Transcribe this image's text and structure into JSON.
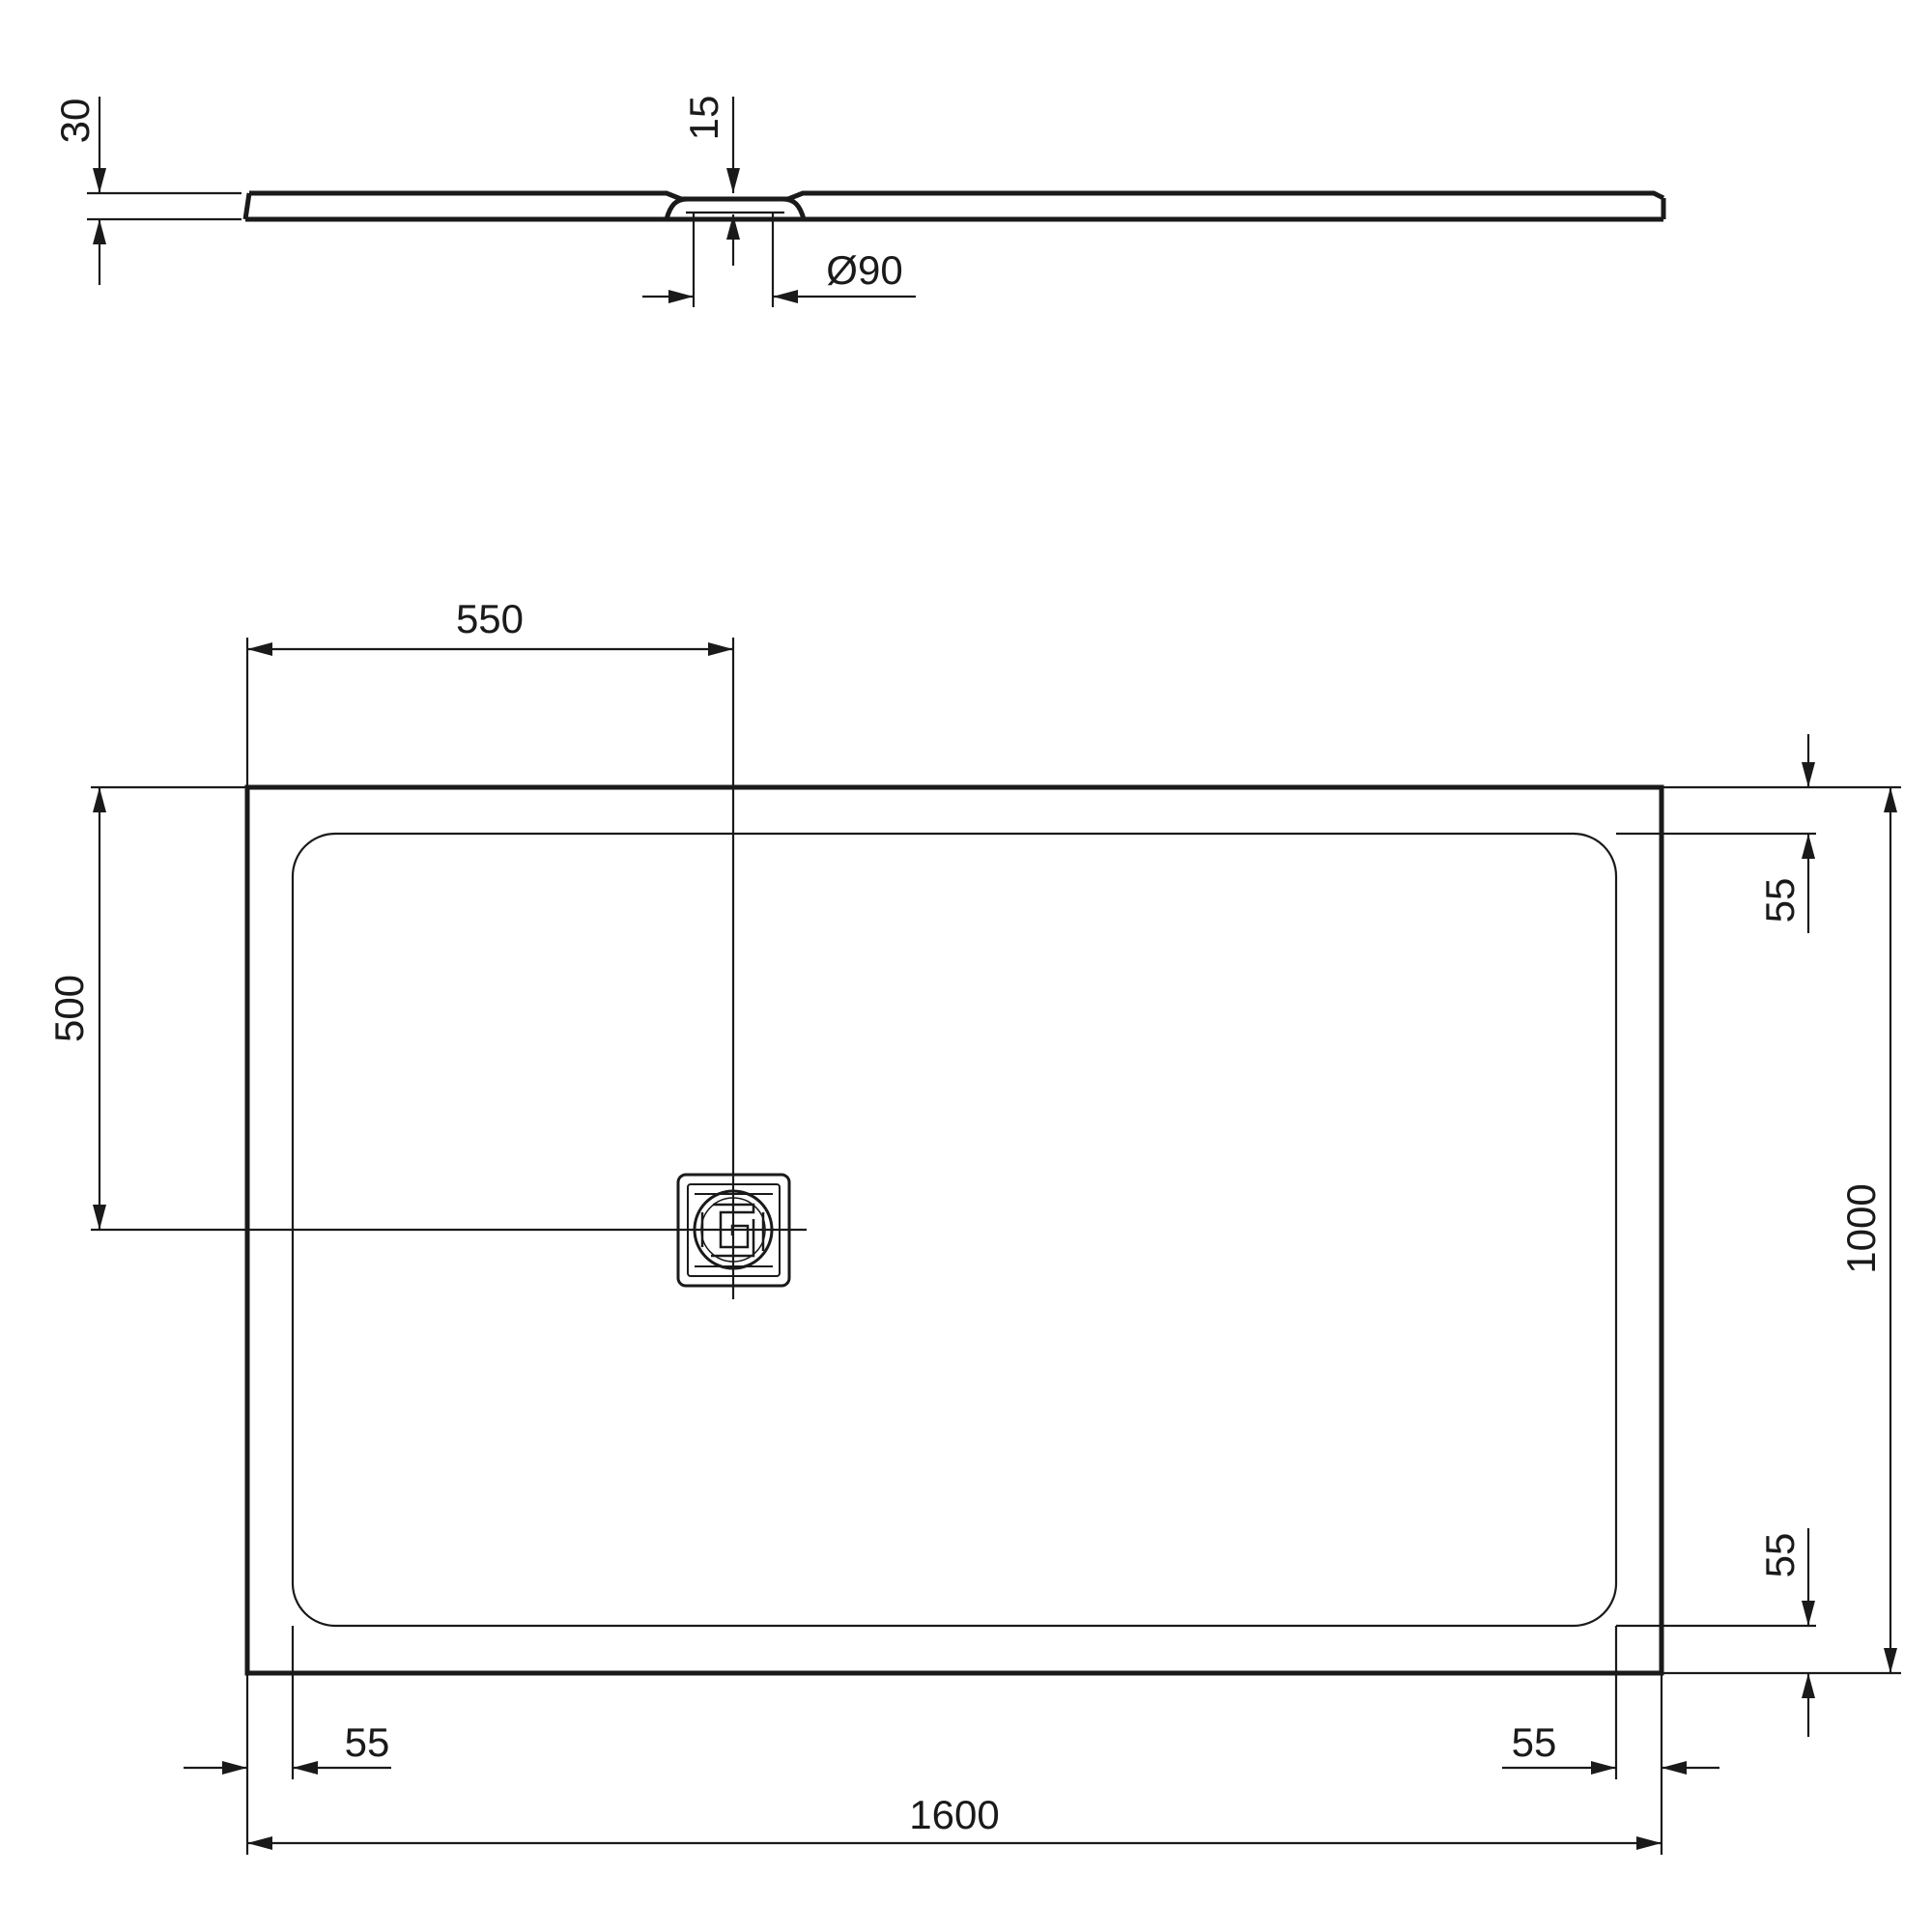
{
  "colors": {
    "ink": "#1a1a1a",
    "background": "#ffffff"
  },
  "side_view": {
    "thickness_label": "30",
    "drain_depth_label": "15",
    "drain_diameter_label": "Ø90"
  },
  "plan_view": {
    "waste_offset_x_label": "550",
    "waste_offset_y_label": "500",
    "overall_width_label": "1600",
    "overall_depth_label": "1000",
    "rim_top_label": "55",
    "rim_bottom_label": "55",
    "rim_left_label": "55",
    "rim_right_label": "55"
  },
  "icons": {
    "waste": "square-grid-waste-icon"
  }
}
